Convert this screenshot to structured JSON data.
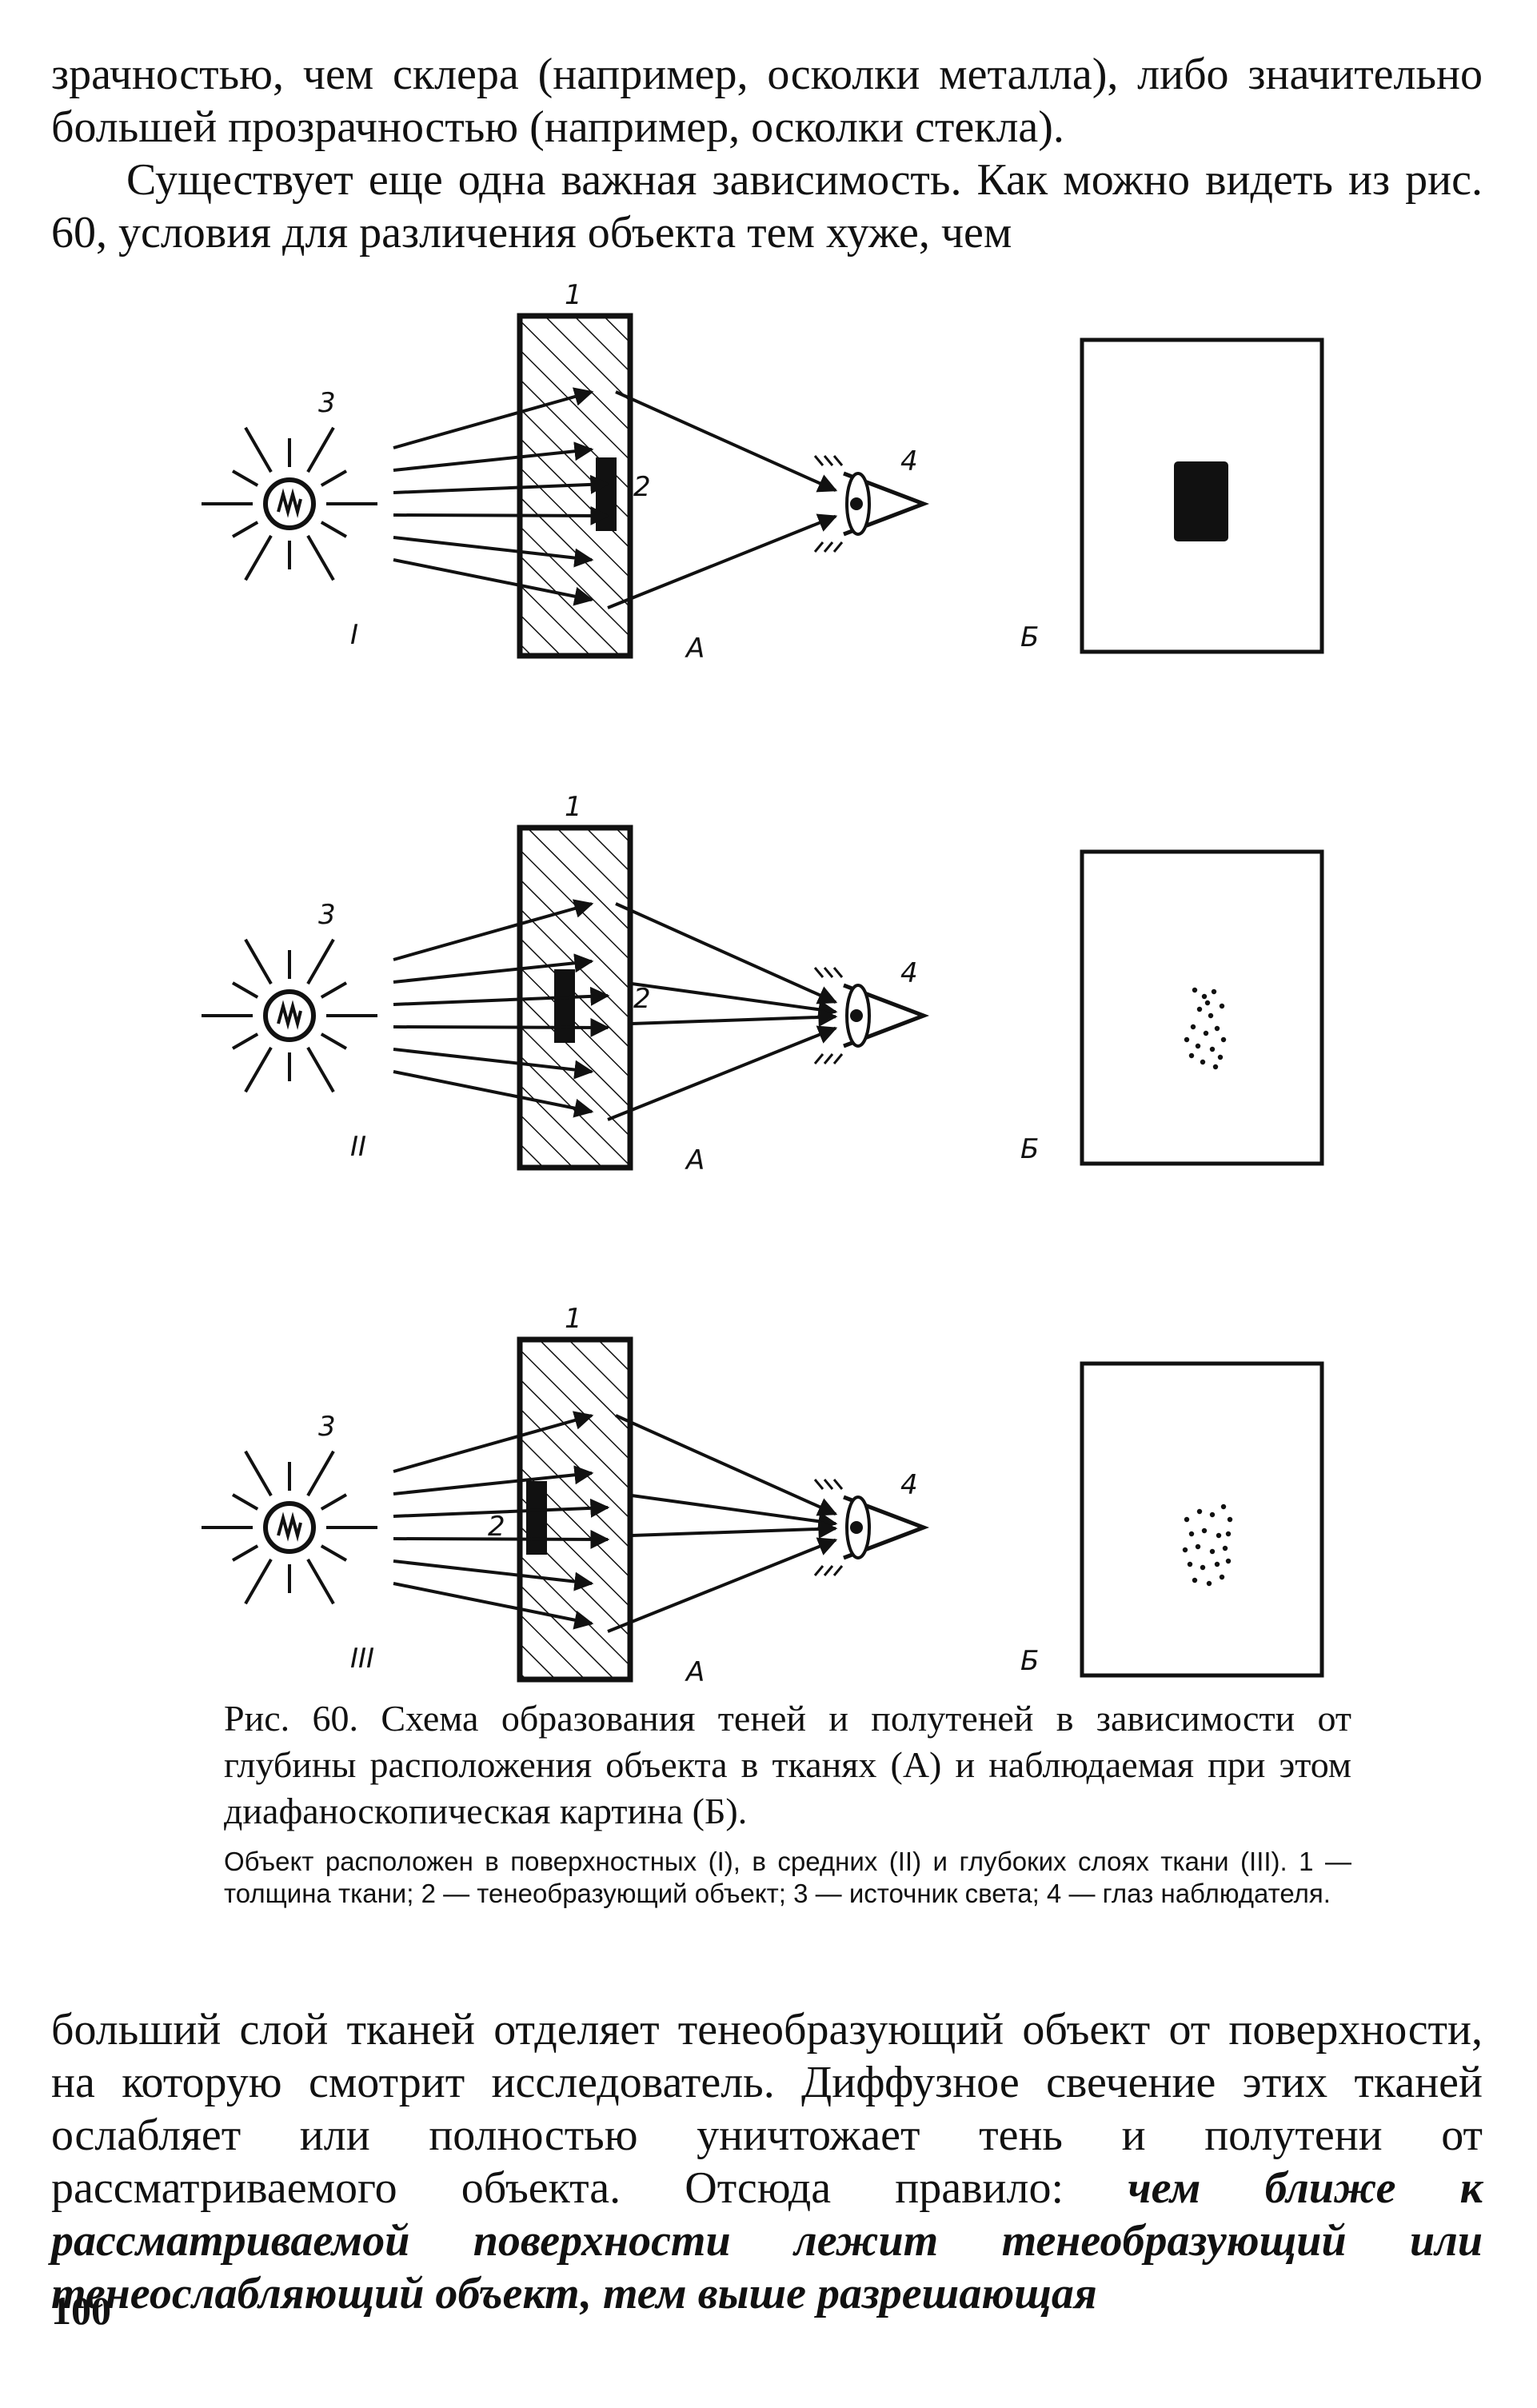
{
  "text_top": {
    "line1": "зрачностью, чем склера (например, осколки металла), либо значительно большей прозрачностью (например, осколки стекла).",
    "line2": "Существует еще одна важная зависимость. Как можно видеть из рис. 60, условия для различения объекта тем хуже, чем"
  },
  "figure": {
    "label_tissue": "1",
    "label_object": "2",
    "label_source": "3",
    "label_eye": "4",
    "label_a": "А",
    "label_b": "Б",
    "rows": [
      {
        "roman": "I"
      },
      {
        "roman": "II"
      },
      {
        "roman": "III"
      }
    ]
  },
  "caption": {
    "prefix": "Рис. 60.",
    "title": "Схема образования теней и полутеней в зависимости от глубины расположения объекта в тканях (А) и наблюдаемая при этом диафаноскопическая картина (Б).",
    "note": "Объект расположен в поверхностных (I), в средних (II) и глубоких слоях ткани (III). 1 — толщина ткани; 2 — тенеобразующий объект; 3 — источник света; 4 — глаз наблюдателя."
  },
  "text_bottom": {
    "normal": "больший слой тканей отделяет тенеобразующий объект от поверхности, на которую смотрит исследователь. Диффузное свечение этих тканей ослабляет или полностью уничтожает тень и полутени от рассматриваемого объекта. Отсюда правило:",
    "emphasis": "чем ближе к рассматриваемой поверхности лежит тенеобразующий или тенеослабляющий объект, тем выше разрешающая"
  },
  "page_number": "100"
}
